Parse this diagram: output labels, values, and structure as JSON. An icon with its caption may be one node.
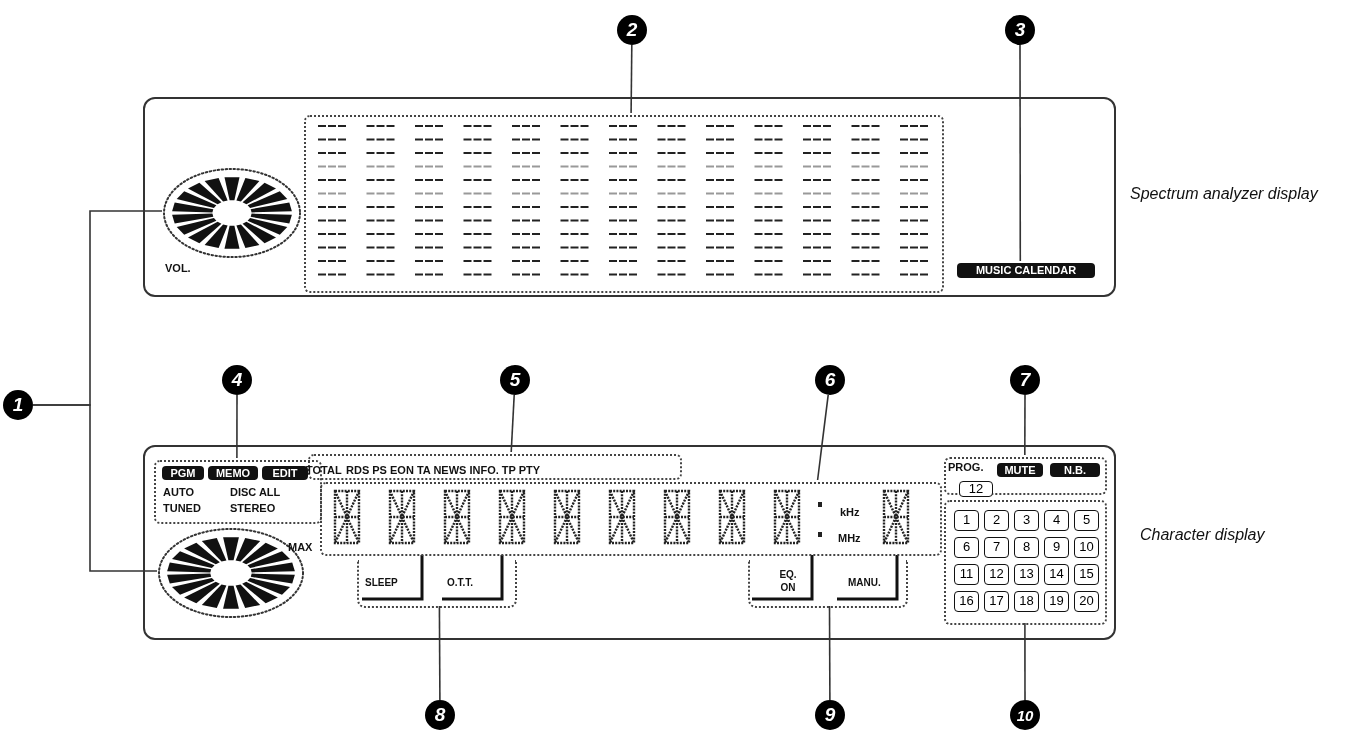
{
  "diagram": {
    "nodes": [
      {
        "text": [
          "2"
        ]
      },
      {
        "text": [
          "3"
        ]
      },
      {
        "text": [
          "Spectrum analyzer display"
        ]
      },
      {
        "text": [],
        "shape": "box",
        "in": 2
      },
      {
        "text": [],
        "shape": "ellipse",
        "in": 2
      },
      {
        "text": [
          "MUSIC CALENDAR"
        ],
        "in": 2
      },
      {
        "text": [
          "1"
        ]
      },
      {
        "text": [
          "4"
        ]
      },
      {
        "text": [
          "5"
        ]
      },
      {
        "text": [
          "6"
        ]
      },
      {
        "text": [
          "7"
        ]
      },
      {
        "text": [
          "Character display"
        ]
      },
      {
        "text": [],
        "shape": "box",
        "in": 11
      },
      {
        "text": [
          "PGM"
        ],
        "in": 12
      },
      {
        "text": [
          "MEMO"
        ],
        "in": 12
      },
      {
        "text": [
          "EDIT"
        ],
        "in": 12
      },
      {
        "text": [],
        "shape": "box",
        "in": 11
      },
      {
        "text": [],
        "shape": "box",
        "in": 11
      },
      {
        "text": [],
        "shape": "box",
        "in": 11
      },
      {
        "text": [
          "MUTE"
        ],
        "in": 18
      },
      {
        "text": [
          "N.B."
        ],
        "in": 18
      },
      {
        "text": [
          "12"
        ],
        "in": 18
      },
      {
        "text": [],
        "shape": "box",
        "in": 11
      },
      {
        "text": [
          "1"
        ],
        "in": 22
      },
      {
        "text": [
          "2"
        ],
        "in": 22
      },
      {
        "text": [
          "3"
        ],
        "in": 22
      },
      {
        "text": [
          "4"
        ],
        "in": 22
      },
      {
        "text": [
          "5"
        ],
        "in": 22
      },
      {
        "text": [
          "6"
        ],
        "in": 22
      },
      {
        "text": [
          "7"
        ],
        "in": 22
      },
      {
        "text": [
          "8"
        ],
        "in": 22
      },
      {
        "text": [
          "9"
        ],
        "in": 22
      },
      {
        "text": [
          "10"
        ],
        "in": 22
      },
      {
        "text": [
          "11"
        ],
        "in": 22
      },
      {
        "text": [
          "12"
        ],
        "in": 22
      },
      {
        "text": [
          "13"
        ],
        "in": 22
      },
      {
        "text": [
          "14"
        ],
        "in": 22
      },
      {
        "text": [
          "15"
        ],
        "in": 22
      },
      {
        "text": [
          "16"
        ],
        "in": 22
      },
      {
        "text": [
          "17"
        ],
        "in": 22
      },
      {
        "text": [
          "18"
        ],
        "in": 22
      },
      {
        "text": [
          "19"
        ],
        "in": 22
      },
      {
        "text": [
          "20"
        ],
        "in": 22
      },
      {
        "text": [],
        "shape": "ellipse",
        "in": 11
      },
      {
        "text": [],
        "shape": "box",
        "in": 11
      },
      {
        "text": [],
        "shape": "box",
        "in": 11
      },
      {
        "text": [
          "8"
        ]
      },
      {
        "text": [
          "9"
        ]
      },
      {
        "text": [
          "10"
        ]
      }
    ],
    "edges": [
      {
        "from": 0,
        "to": 3,
        "arrow": "none"
      },
      {
        "from": 1,
        "to": 5,
        "arrow": "none"
      },
      {
        "from": 6,
        "to": 4,
        "arrow": "none"
      },
      {
        "from": 6,
        "to": 43,
        "arrow": "none"
      },
      {
        "from": 7,
        "to": 12,
        "arrow": "none"
      },
      {
        "from": 8,
        "to": 16,
        "arrow": "none"
      },
      {
        "from": 9,
        "to": 17,
        "arrow": "none"
      },
      {
        "from": 10,
        "to": 18,
        "arrow": "none"
      },
      {
        "from": 46,
        "to": 44,
        "arrow": "none"
      },
      {
        "from": 47,
        "to": 45,
        "arrow": "none"
      },
      {
        "from": 48,
        "to": 22,
        "arrow": "none"
      }
    ],
    "labels": [
      "VOL.",
      "TOTAL",
      "RDS PS EON TA NEWS INFO. TP PTY",
      "AUTO",
      "DISC ALL",
      "TUNED",
      "STEREO",
      "MAX",
      "kHz",
      "MHz",
      "SLEEP",
      "O.T.T.",
      "EQ. ON",
      "MANU.",
      "PROG."
    ]
  }
}
